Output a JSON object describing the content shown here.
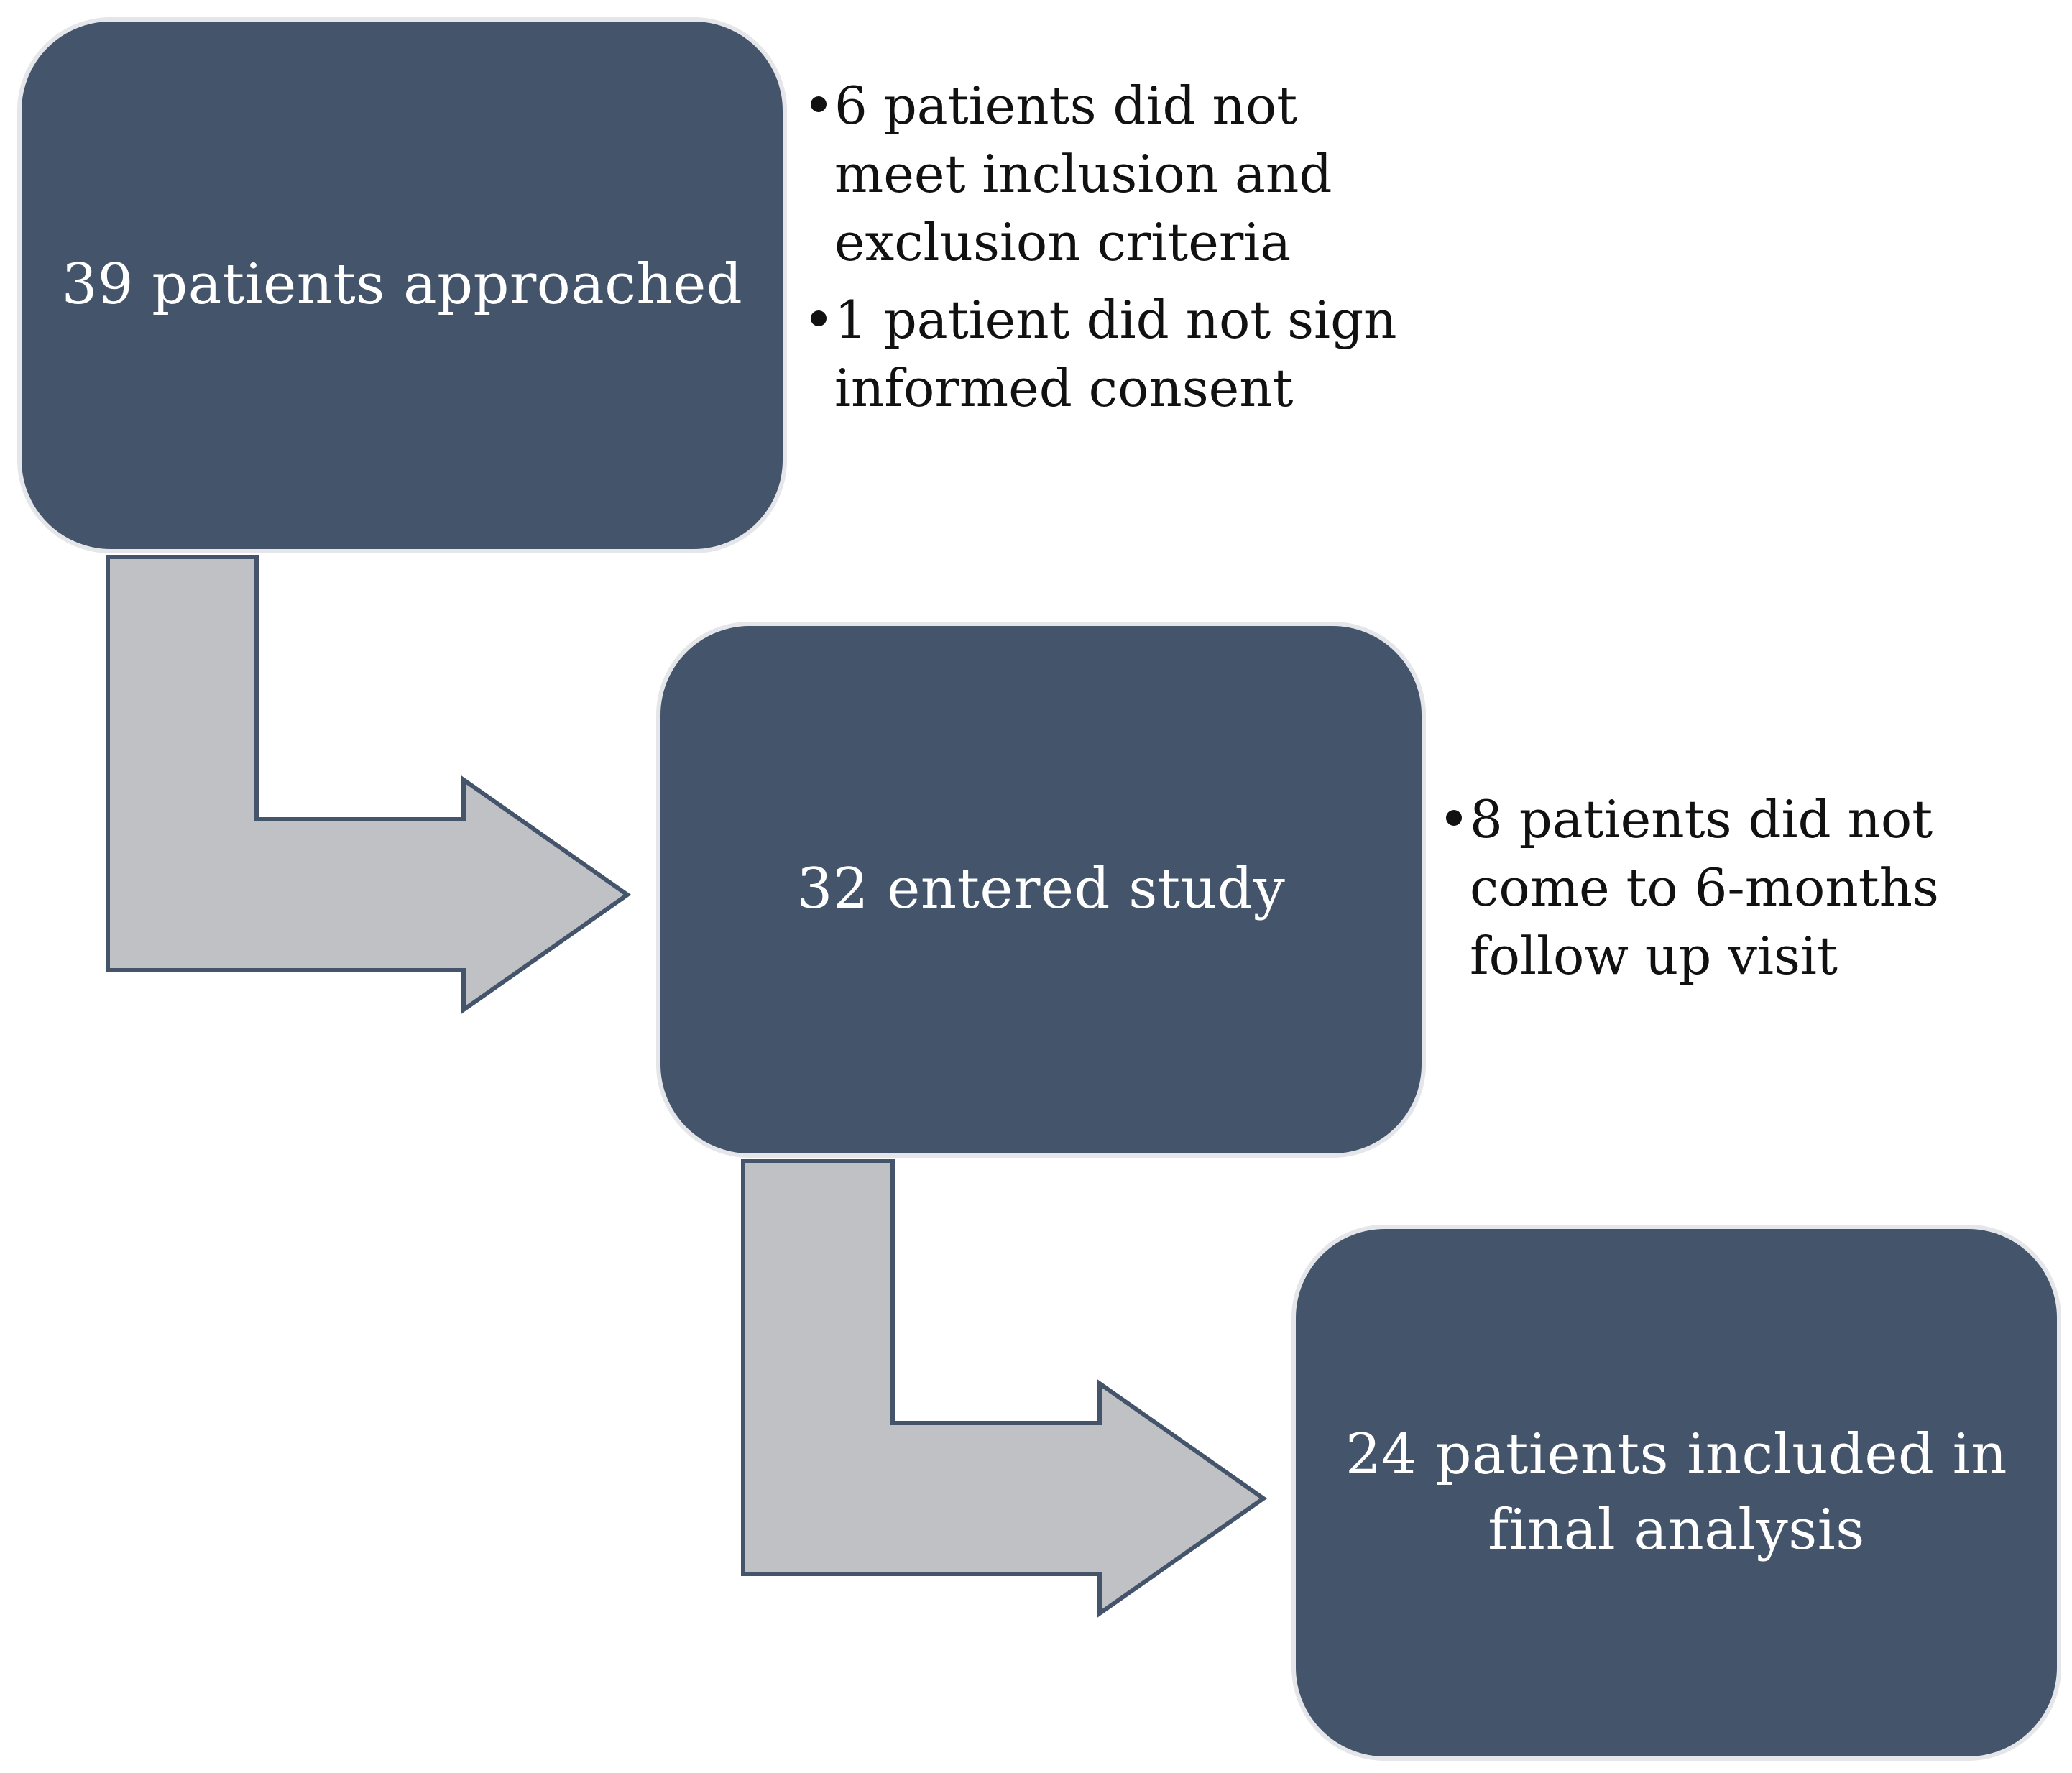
{
  "colors": {
    "box_fill": "#44546a",
    "box_text": "#ffffff",
    "arrow_fill": "#bfc1c5",
    "arrow_stroke": "#44546a",
    "note_text": "#111111"
  },
  "steps": [
    {
      "label": "39 patients approached"
    },
    {
      "label": "32 entered study"
    },
    {
      "label": "24 patients included in final analysis"
    }
  ],
  "exclusions": [
    {
      "items": [
        "6 patients did not meet inclusion and exclusion criteria",
        "1 patient did not sign informed consent"
      ]
    },
    {
      "items": [
        "8 patients did not come to 6-months follow up visit"
      ]
    }
  ]
}
